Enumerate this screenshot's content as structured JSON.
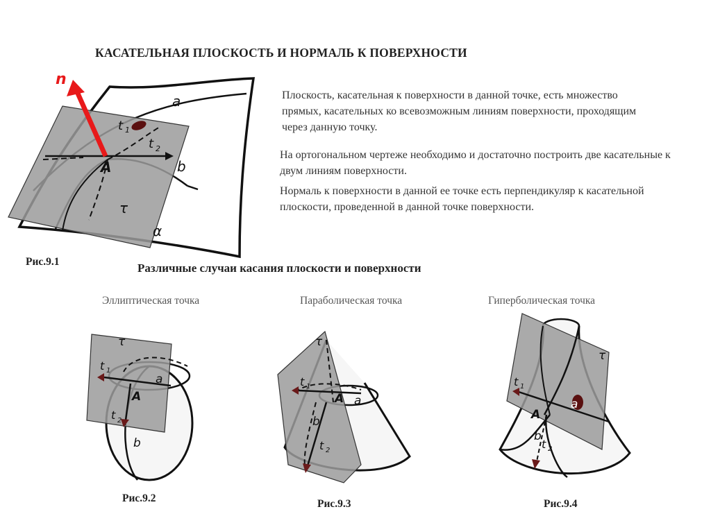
{
  "title": "КАСАТЕЛЬНАЯ ПЛОСКОСТЬ И НОРМАЛЬ К ПОВЕРХНОСТИ",
  "paragraphs": {
    "p1": "Плоскость, касательная к поверхности в данной точке, есть множество прямых, касательных ко всевозможным линиям поверхности, проходящим через данную точку.",
    "p2": "На ортогональном чертеже необходимо и достаточно построить две касательные к двум линиям поверхности.",
    "p3": "Нормаль к поверхности в данной ее точке есть перпендикуляр к касательной плоскости, проведенной в данной точке поверхности."
  },
  "subtitle": "Различные случаи касания плоскости и поверхности",
  "captions": {
    "fig1": "Рис.9.1",
    "fig2": "Рис.9.2",
    "fig3": "Рис.9.3",
    "fig4": "Рис.9.4"
  },
  "cases": {
    "elliptic": "Эллиптическая точка",
    "parabolic": "Параболическая точка",
    "hyperbolic": "Гиперболическая точка"
  },
  "labels": {
    "n": "n",
    "a": "a",
    "b": "b",
    "A": "A",
    "t1": "t",
    "t1_sub": "1",
    "t2": "t",
    "t2_sub": "2",
    "tau": "τ",
    "alpha": "α"
  },
  "colors": {
    "plane": "#9b9b9b",
    "normal": "#e8191a",
    "text": "#333333",
    "line": "#111111"
  }
}
